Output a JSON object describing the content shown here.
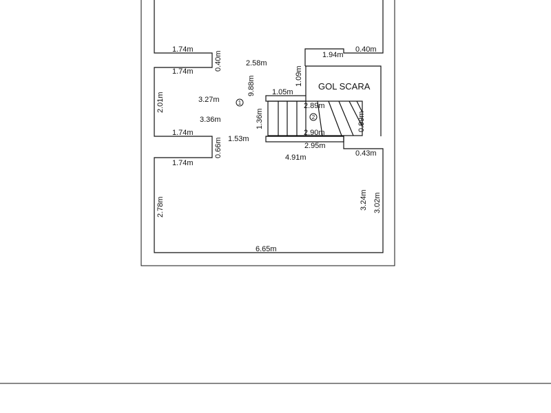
{
  "plan": {
    "room_label": "GOL SCARA",
    "markers": [
      "1",
      "2"
    ],
    "dimensions": {
      "top_left_wall": "1.74m",
      "top_right_small": "0.40m",
      "top_right_wall": "1.94m",
      "notch_top_depth": "0.40m",
      "notch_top_lower": "1.74m",
      "corridor_top": "2.58m",
      "corridor_height": "9.88m",
      "stair_top_wall": "1.09m",
      "stair_landing": "1.05m",
      "left_wall_mid": "2.01m",
      "room_width_upper": "3.27m",
      "room_width_mid": "3.36m",
      "notch_bottom_upper": "1.74m",
      "notch_bottom_depth": "0.66m",
      "notch_bottom_lower": "1.74m",
      "stair_width": "1.36m",
      "corridor_gap": "1.53m",
      "stair_length_top": "2.89m",
      "stair_length_bottom": "2.90m",
      "stair_depth": "0.99m",
      "stair_outer_length": "2.95m",
      "right_small_wall": "0.43m",
      "room_width_lower": "4.91m",
      "left_wall_lower": "2.78m",
      "right_wall_inner": "3.24m",
      "right_wall_outer": "3.02m",
      "bottom_wall": "6.65m"
    }
  }
}
